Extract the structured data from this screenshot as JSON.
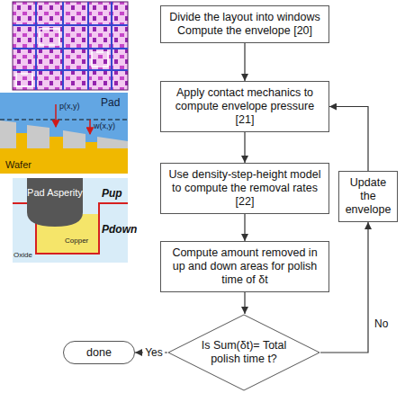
{
  "diagram": {
    "nodes": [
      {
        "text": [
          "Divide the layout into windows Compute the envelope [20]"
        ]
      },
      {
        "text": [
          "Apply contact mechanics to compute envelope pressure [21]"
        ]
      },
      {
        "text": [
          "Use density-step-height model to compute the removal rates [22]"
        ]
      },
      {
        "text": [
          "Compute amount removed in up and down areas for polish time of δt"
        ]
      },
      {
        "text": [
          "Is Sum(δt)= Total polish time t?"
        ]
      },
      {
        "text": [
          "done"
        ]
      },
      {
        "text": [
          "Update the envelope"
        ]
      }
    ],
    "edges": [
      {
        "from": 0,
        "to": 1,
        "arrow": "to"
      },
      {
        "from": 1,
        "to": 2,
        "arrow": "to"
      },
      {
        "from": 2,
        "to": 3,
        "arrow": "to"
      },
      {
        "from": 3,
        "to": 4,
        "arrow": "to"
      },
      {
        "from": 4,
        "to": 5,
        "label": "Yes",
        "arrow": "to"
      },
      {
        "from": 4,
        "to": 6,
        "label": "No",
        "arrow": "to"
      },
      {
        "from": 6,
        "to": 1,
        "arrow": "to"
      }
    ],
    "labels": [
      "Pad",
      "p(x,y)",
      "w(x,y)",
      "Wafer",
      "Pad Asperity",
      "Pup",
      "Pdown",
      "Copper",
      "Oxide"
    ]
  }
}
